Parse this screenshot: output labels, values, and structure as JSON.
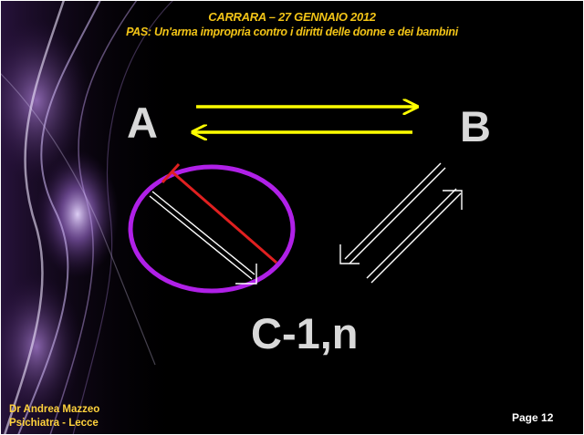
{
  "slide": {
    "title": "CARRARA – 27 GENNAIO 2012",
    "subtitle": "PAS: Un'arma impropria contro i diritti delle donne e dei bambini",
    "nodes": {
      "a": "A",
      "b": "B",
      "c": "C-1,n"
    },
    "footer": {
      "author_name": "Dr Andrea Mazzeo",
      "author_role": "Psichiatra - Lecce",
      "page": "Page 12"
    }
  },
  "colors": {
    "background": "#000000",
    "header_text": "#f2c417",
    "arrows_a_b": "#ffff00",
    "arrows_b_c": "#ffffff",
    "blocked_circle": "#b020e8",
    "block_line": "#e02020",
    "node_text": "#d9d9d9"
  },
  "icons": {
    "decoration": "purple-light-swirl",
    "blocked_relation": "crossed-out-arrow-in-circle"
  }
}
